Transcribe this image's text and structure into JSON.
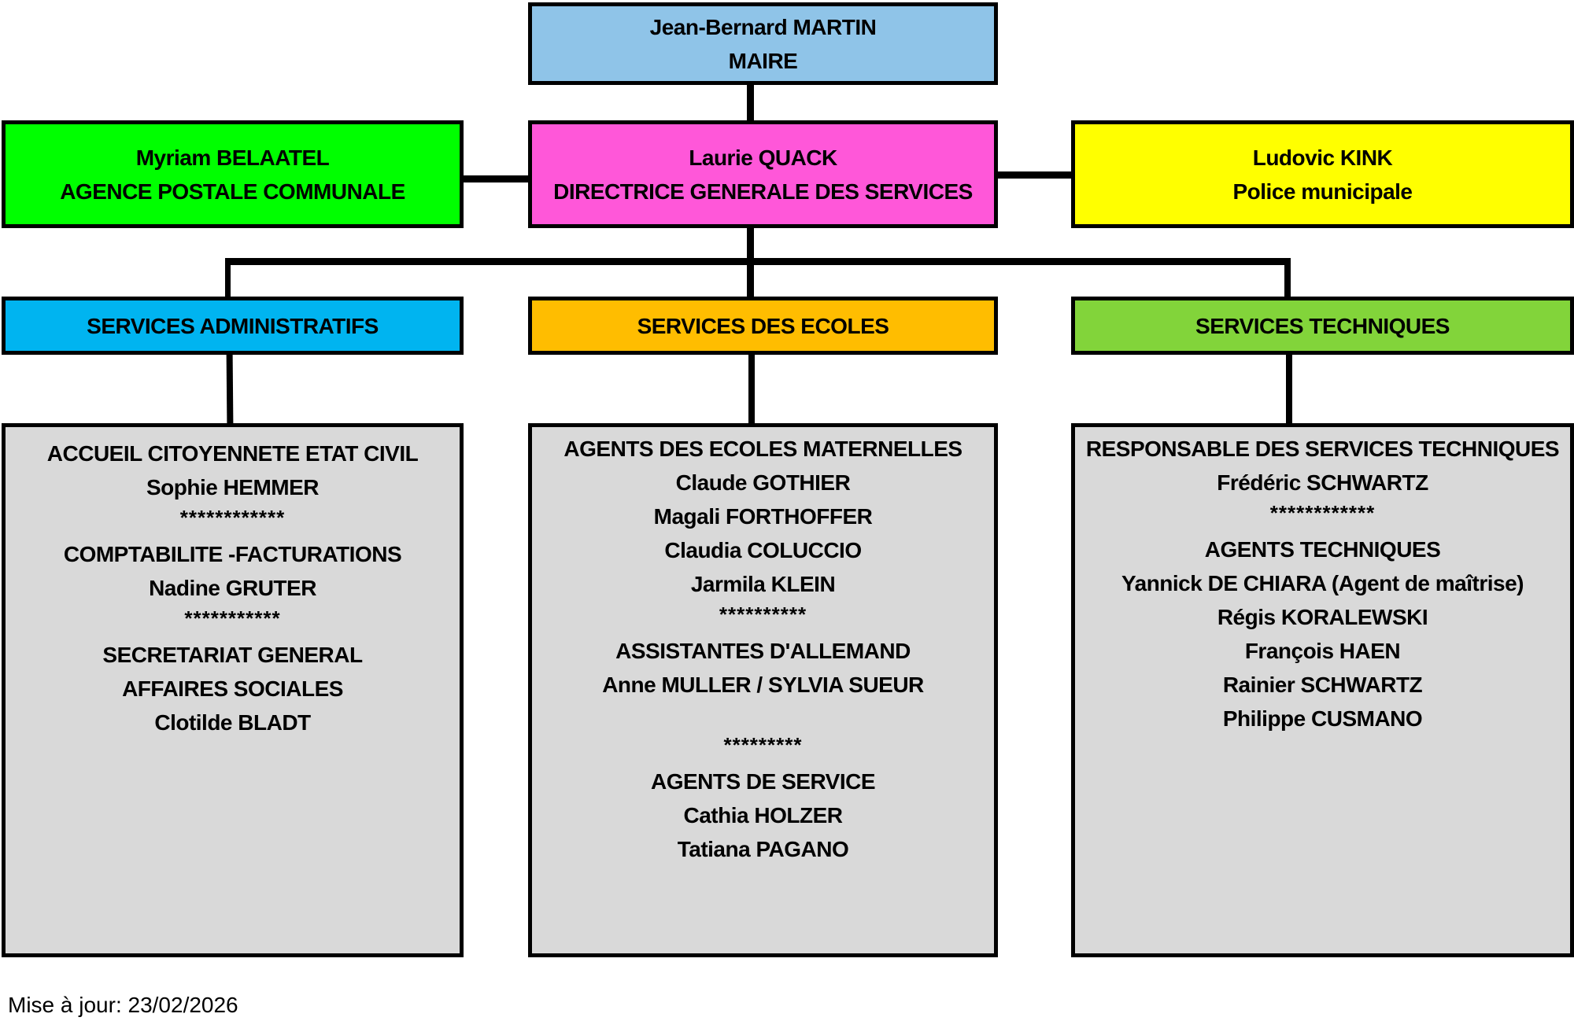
{
  "mayor": {
    "name": "Jean-Bernard MARTIN",
    "role": "MAIRE",
    "color": "#8fc4e8"
  },
  "second_row": {
    "left": {
      "name": "Myriam BELAATEL",
      "role": "AGENCE POSTALE COMMUNALE",
      "color": "#00ff00"
    },
    "center": {
      "name": "Laurie QUACK",
      "role": "DIRECTRICE GENERALE DES SERVICES",
      "color": "#ff57d9"
    },
    "right": {
      "name": "Ludovic KINK",
      "role": "Police municipale",
      "color": "#ffff00"
    }
  },
  "services": [
    {
      "title": "SERVICES ADMINISTRATIFS",
      "color": "#00b4f0",
      "lines": [
        {
          "text": "ACCUEIL  CITOYENNETE ETAT CIVIL",
          "kind": "text"
        },
        {
          "text": "Sophie HEMMER",
          "kind": "text"
        },
        {
          "text": "************",
          "kind": "stars"
        },
        {
          "text": "COMPTABILITE -FACTURATIONS",
          "kind": "text"
        },
        {
          "text": "Nadine GRUTER",
          "kind": "text"
        },
        {
          "text": "***********",
          "kind": "stars"
        },
        {
          "text": "SECRETARIAT GENERAL",
          "kind": "text"
        },
        {
          "text": "AFFAIRES SOCIALES",
          "kind": "text"
        },
        {
          "text": "Clotilde BLADT",
          "kind": "text"
        }
      ]
    },
    {
      "title": "SERVICES DES ECOLES",
      "color": "#ffbd00",
      "lines": [
        {
          "text": "AGENTS DES ECOLES MATERNELLES",
          "kind": "text"
        },
        {
          "text": "Claude GOTHIER",
          "kind": "text"
        },
        {
          "text": "Magali FORTHOFFER",
          "kind": "text"
        },
        {
          "text": "Claudia COLUCCIO",
          "kind": "text"
        },
        {
          "text": "Jarmila KLEIN",
          "kind": "text"
        },
        {
          "text": "**********",
          "kind": "stars"
        },
        {
          "text": "ASSISTANTES D'ALLEMAND",
          "kind": "text"
        },
        {
          "text": "Anne MULLER / SYLVIA SUEUR",
          "kind": "text"
        },
        {
          "text": "",
          "kind": "gap"
        },
        {
          "text": "*********",
          "kind": "stars"
        },
        {
          "text": "AGENTS DE SERVICE",
          "kind": "text"
        },
        {
          "text": "Cathia  HOLZER",
          "kind": "text"
        },
        {
          "text": "Tatiana PAGANO",
          "kind": "text"
        }
      ]
    },
    {
      "title": "SERVICES TECHNIQUES",
      "color": "#82d43a",
      "lines": [
        {
          "text": "RESPONSABLE DES SERVICES TECHNIQUES",
          "kind": "text"
        },
        {
          "text": "Frédéric SCHWARTZ",
          "kind": "text"
        },
        {
          "text": "************",
          "kind": "stars"
        },
        {
          "text": "AGENTS TECHNIQUES",
          "kind": "text"
        },
        {
          "text": "Yannick DE CHIARA (Agent de maîtrise)",
          "kind": "text"
        },
        {
          "text": "Régis KORALEWSKI",
          "kind": "text"
        },
        {
          "text": "François HAEN",
          "kind": "text"
        },
        {
          "text": "Rainier SCHWARTZ",
          "kind": "text"
        },
        {
          "text": "Philippe CUSMANO",
          "kind": "text"
        }
      ]
    }
  ],
  "footer": {
    "updated": "Mise à jour: 23/02/2026"
  }
}
